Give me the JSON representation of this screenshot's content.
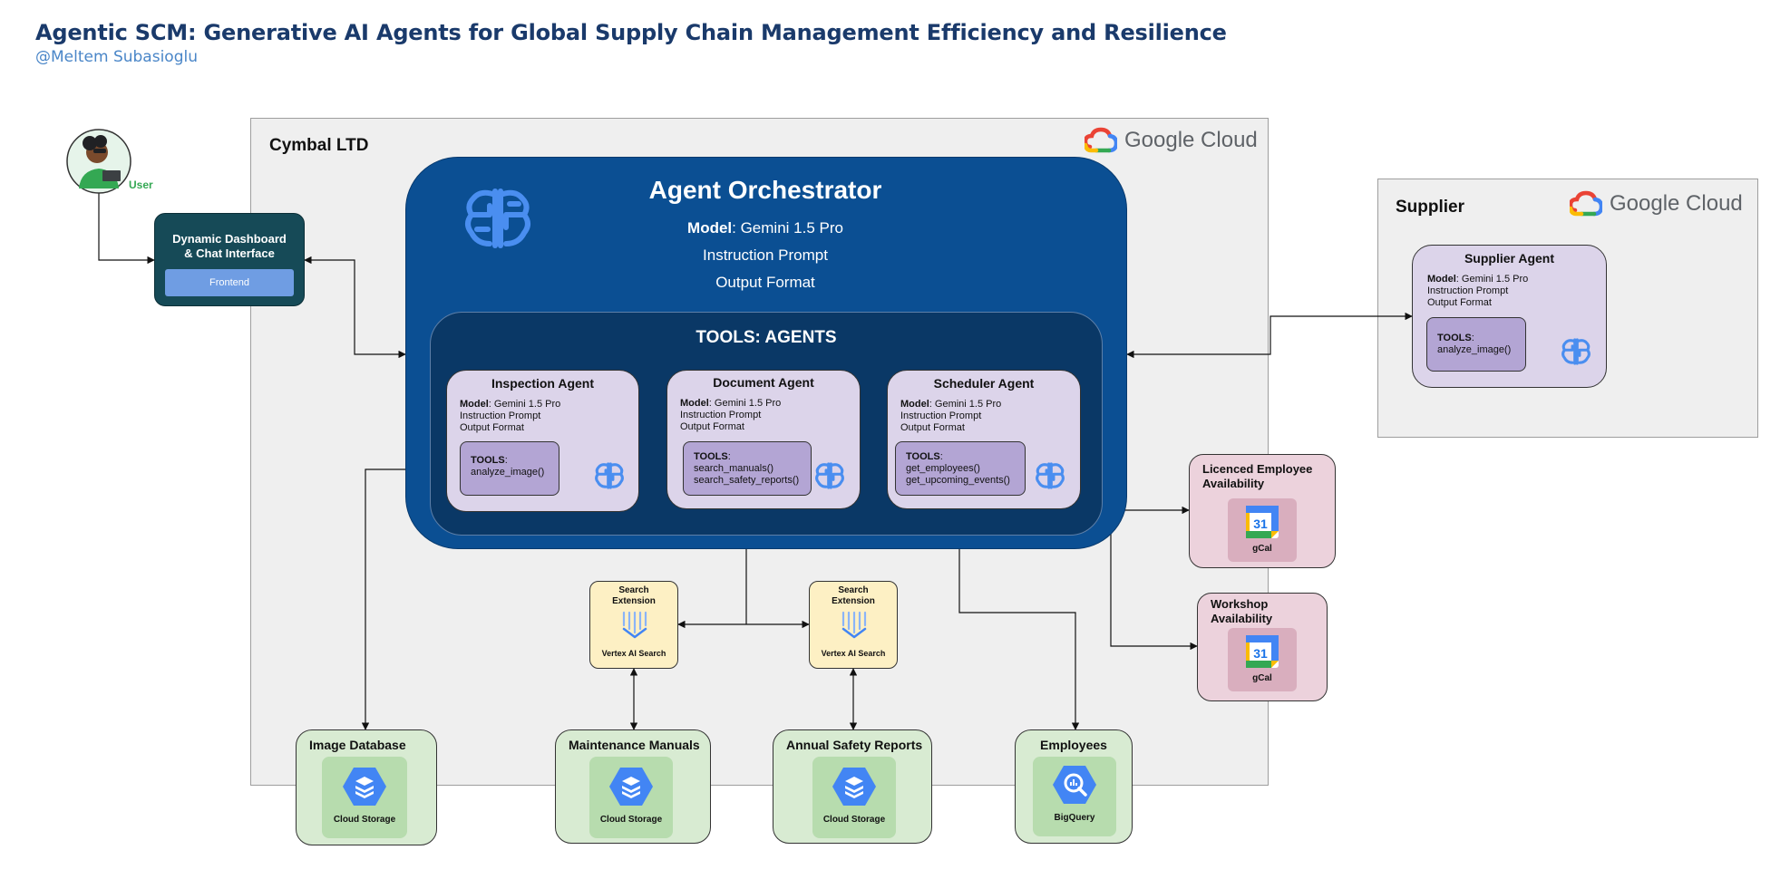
{
  "header": {
    "title": "Agentic SCM: Generative AI Agents for Global Supply Chain Management Efficiency and Resilience",
    "subtitle": "@Meltem Subasioglu"
  },
  "user": {
    "label": "User"
  },
  "frontend": {
    "title_line1": "Dynamic Dashboard",
    "title_line2": "& Chat Interface",
    "button_label": "Frontend"
  },
  "cymbal": {
    "label": "Cymbal LTD",
    "cloud_label": "Google Cloud"
  },
  "orchestrator": {
    "title": "Agent Orchestrator",
    "model_key": "Model",
    "model_value": ": Gemini 1.5 Pro",
    "line2": "Instruction Prompt",
    "line3": "Output Format",
    "tools_title": "TOOLS: AGENTS"
  },
  "agents": [
    {
      "title": "Inspection Agent",
      "model_key": "Model",
      "model_value": ": Gemini 1.5 Pro",
      "line2": "Instruction Prompt",
      "line3": "Output Format",
      "tools_key": "TOOLS",
      "tools_colon": ":",
      "tool1": "analyze_image()",
      "tool2": ""
    },
    {
      "title": "Document Agent",
      "model_key": "Model",
      "model_value": ": Gemini 1.5 Pro",
      "line2": "Instruction Prompt",
      "line3": "Output Format",
      "tools_key": "TOOLS",
      "tools_colon": ":",
      "tool1": "search_manuals()",
      "tool2": "search_safety_reports()"
    },
    {
      "title": "Scheduler Agent",
      "model_key": "Model",
      "model_value": ": Gemini 1.5 Pro",
      "line2": "Instruction Prompt",
      "line3": "Output Format",
      "tools_key": "TOOLS",
      "tools_colon": ":",
      "tool1": "get_employees()",
      "tool2": "get_upcoming_events()"
    }
  ],
  "supplier": {
    "label": "Supplier",
    "cloud_label": "Google Cloud",
    "agent": {
      "title": "Supplier Agent",
      "model_key": "Model",
      "model_value": ": Gemini 1.5 Pro",
      "line2": "Instruction Prompt",
      "line3": "Output Format",
      "tools_key": "TOOLS",
      "tools_colon": ":",
      "tool1": "analyze_image()"
    }
  },
  "extensions": [
    {
      "title_line1": "Search",
      "title_line2": "Extension",
      "service": "Vertex AI Search"
    },
    {
      "title_line1": "Search",
      "title_line2": "Extension",
      "service": "Vertex AI Search"
    }
  ],
  "datastores": [
    {
      "title": "Image Database",
      "service": "Cloud Storage",
      "icon": "cloud-storage-icon"
    },
    {
      "title": "Maintenance Manuals",
      "service": "Cloud Storage",
      "icon": "cloud-storage-icon"
    },
    {
      "title": "Annual Safety Reports",
      "service": "Cloud Storage",
      "icon": "cloud-storage-icon"
    },
    {
      "title": "Employees",
      "service": "BigQuery",
      "icon": "bigquery-icon"
    }
  ],
  "availability": [
    {
      "title_line1": "Licenced Employee",
      "title_line2": "Availability",
      "service": "gCal",
      "day": "31"
    },
    {
      "title_line1": "Workshop",
      "title_line2": "Availability",
      "service": "gCal",
      "day": "31"
    }
  ],
  "colors": {
    "orchestrator": "#0b4f93",
    "tools_box": "#0a3866",
    "agent_card": "#dcd4ea",
    "tool_box": "#b3a5d4",
    "datastore_card": "#d8ebd2",
    "extension_card": "#fdf0c4",
    "availability_card": "#ecd2dc",
    "frontend_card": "#164a57",
    "title": "#1a3a6b",
    "subtitle": "#4a86c8"
  }
}
